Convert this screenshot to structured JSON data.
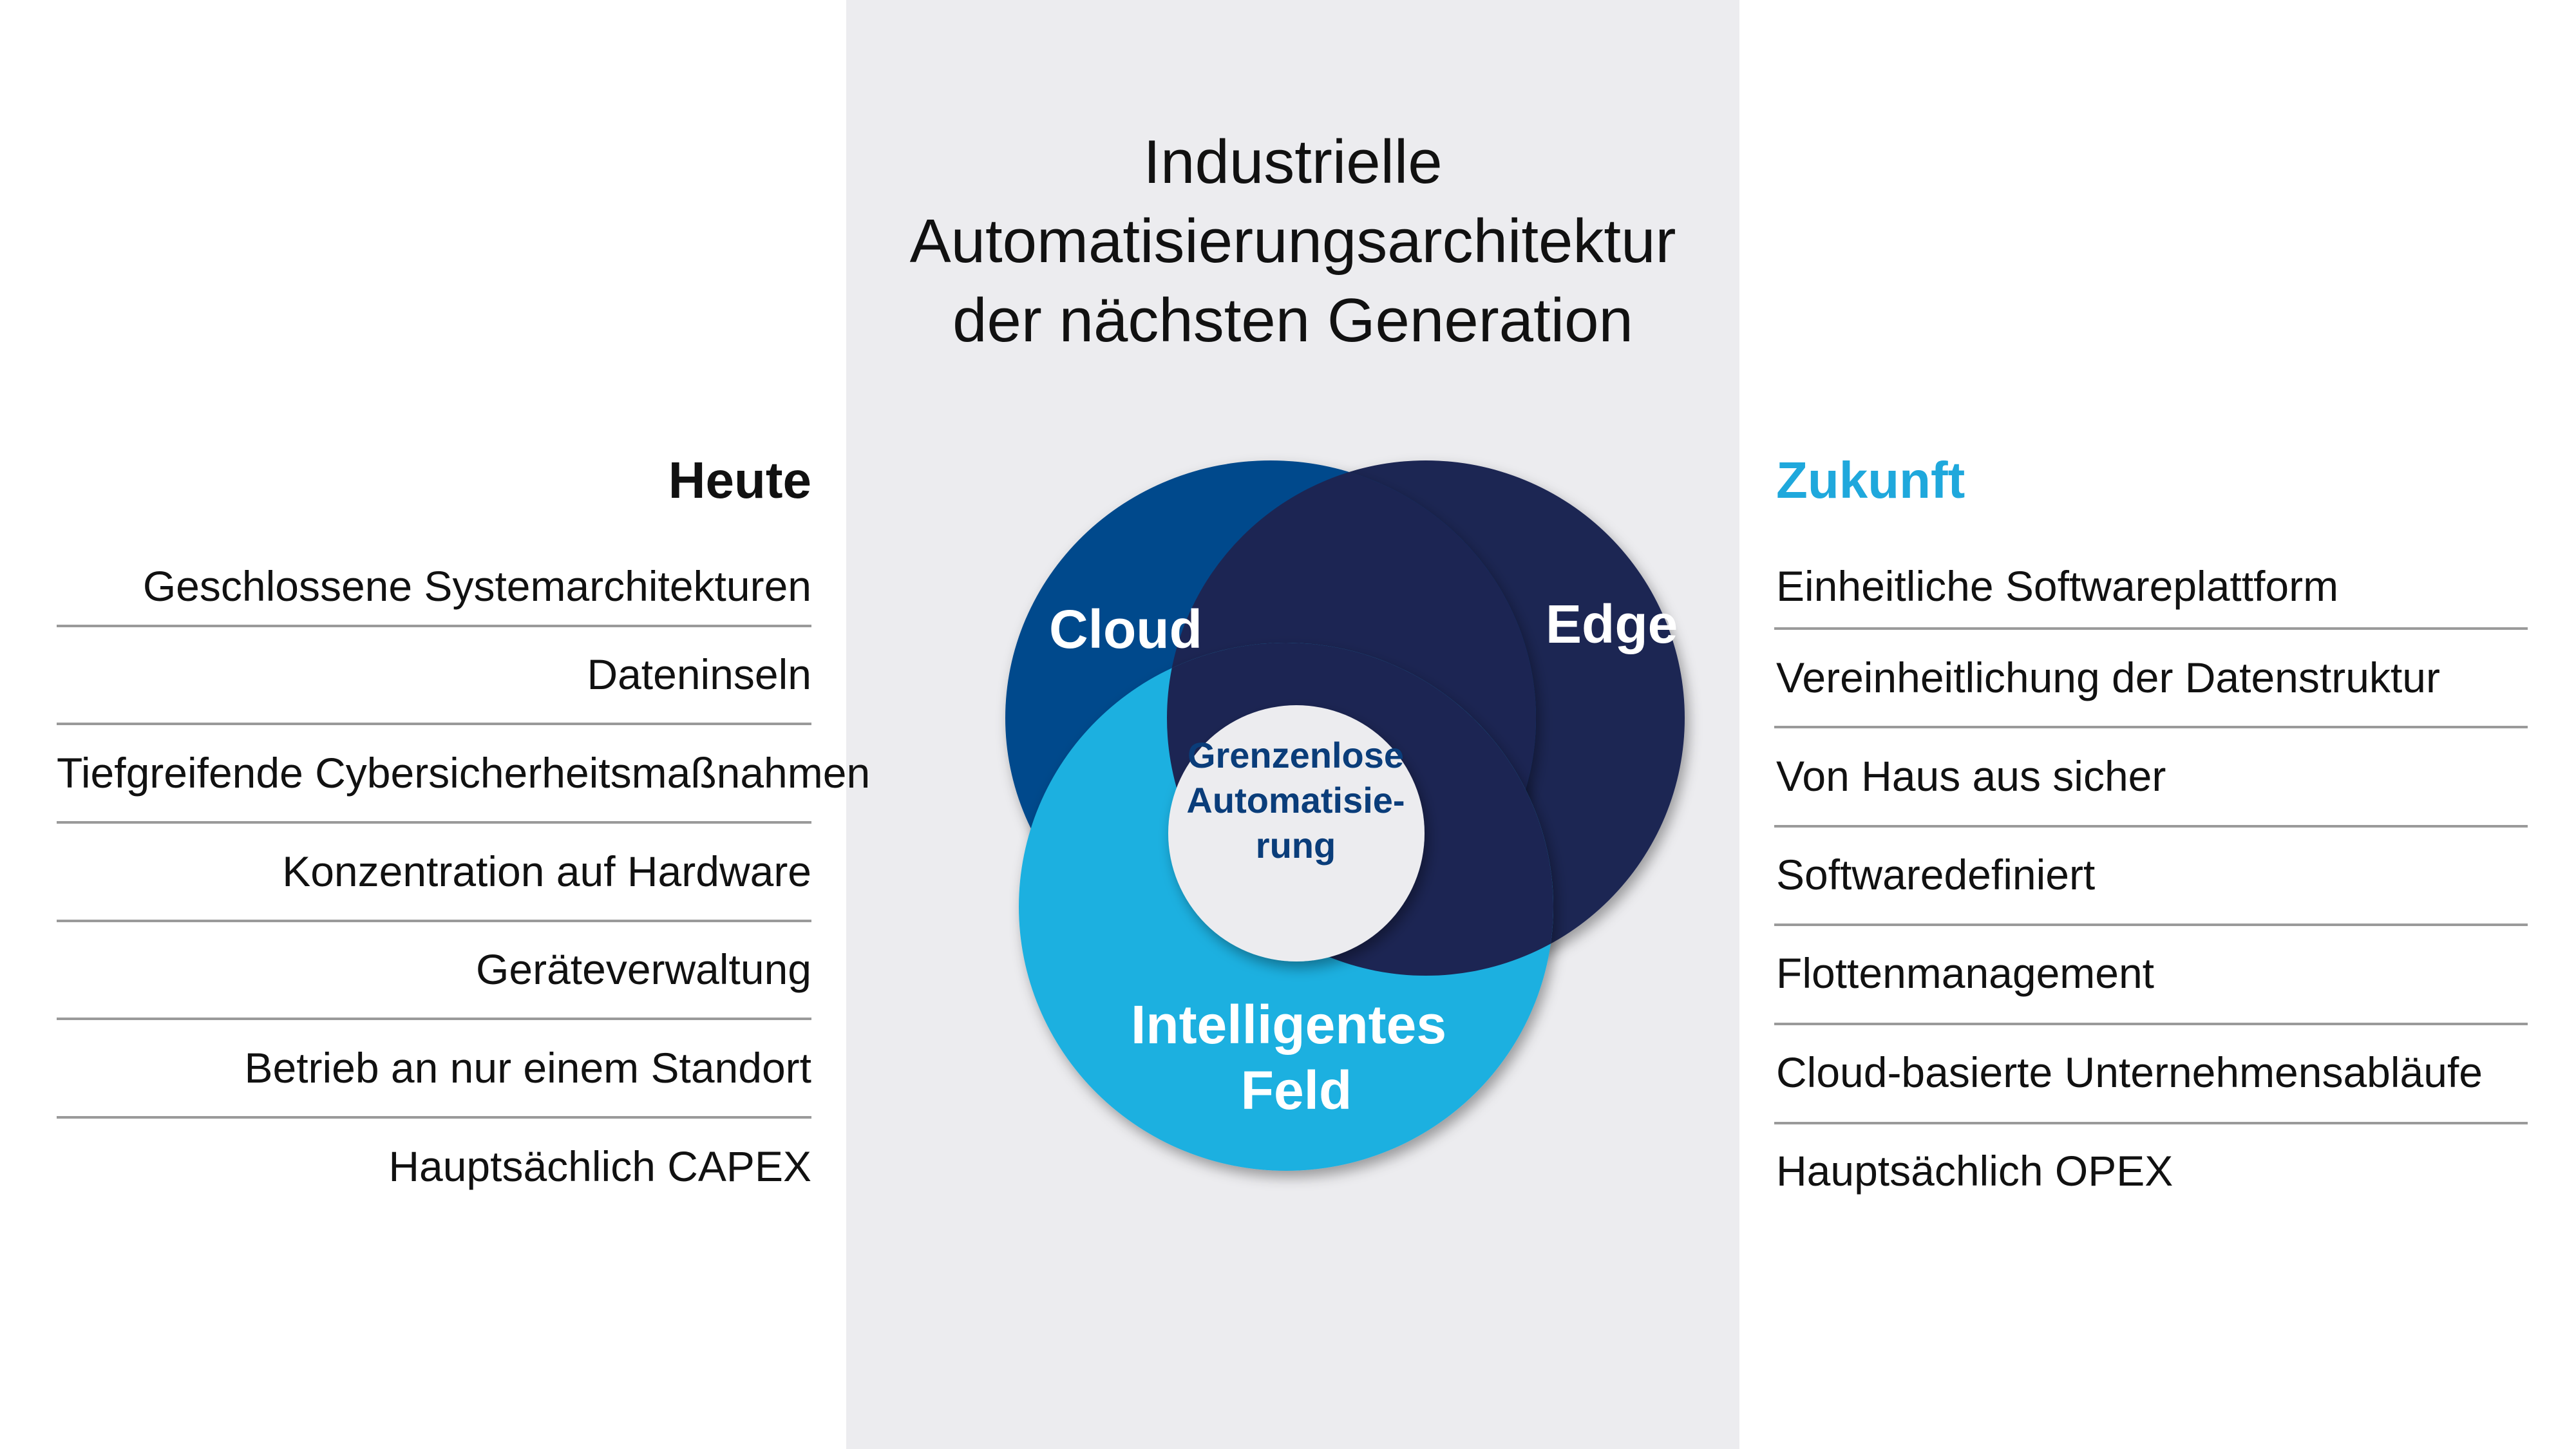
{
  "title": {
    "lines": [
      "Industrielle",
      "Automatisierungsarchitektur",
      "der nächsten Generation"
    ]
  },
  "today": {
    "header": "Heute",
    "items": [
      "Geschlossene Systemarchitekturen",
      "Dateninseln",
      "Tiefgreifende Cybersicherheitsmaßnahmen",
      "Konzentration auf Hardware",
      "Geräteverwaltung",
      "Betrieb an nur einem Standort",
      "Hauptsächlich CAPEX"
    ]
  },
  "future": {
    "header": "Zukunft",
    "items": [
      "Einheitliche Softwareplattform",
      "Vereinheitlichung der Datenstruktur",
      "Von Haus aus sicher",
      "Softwaredefiniert",
      "Flottenmanagement",
      "Cloud-basierte Unternehmensabläufe",
      "Hauptsächlich OPEX"
    ]
  },
  "diagram": {
    "cloud_label": "Cloud",
    "edge_label": "Edge",
    "field_label_lines": [
      "Intelligentes",
      "Feld"
    ],
    "center_label_lines": [
      "Grenzenlose",
      "Automatisie-",
      "rung"
    ]
  },
  "colors": {
    "panel": "#ececef",
    "cloud": "#034a8c",
    "edge": "#1c2553",
    "field": "#1fb0e0",
    "center_fill": "#ececef",
    "center_text": "#0a3d7a",
    "future_header": "#1fa8dc",
    "rule": "#9a9a9a"
  }
}
